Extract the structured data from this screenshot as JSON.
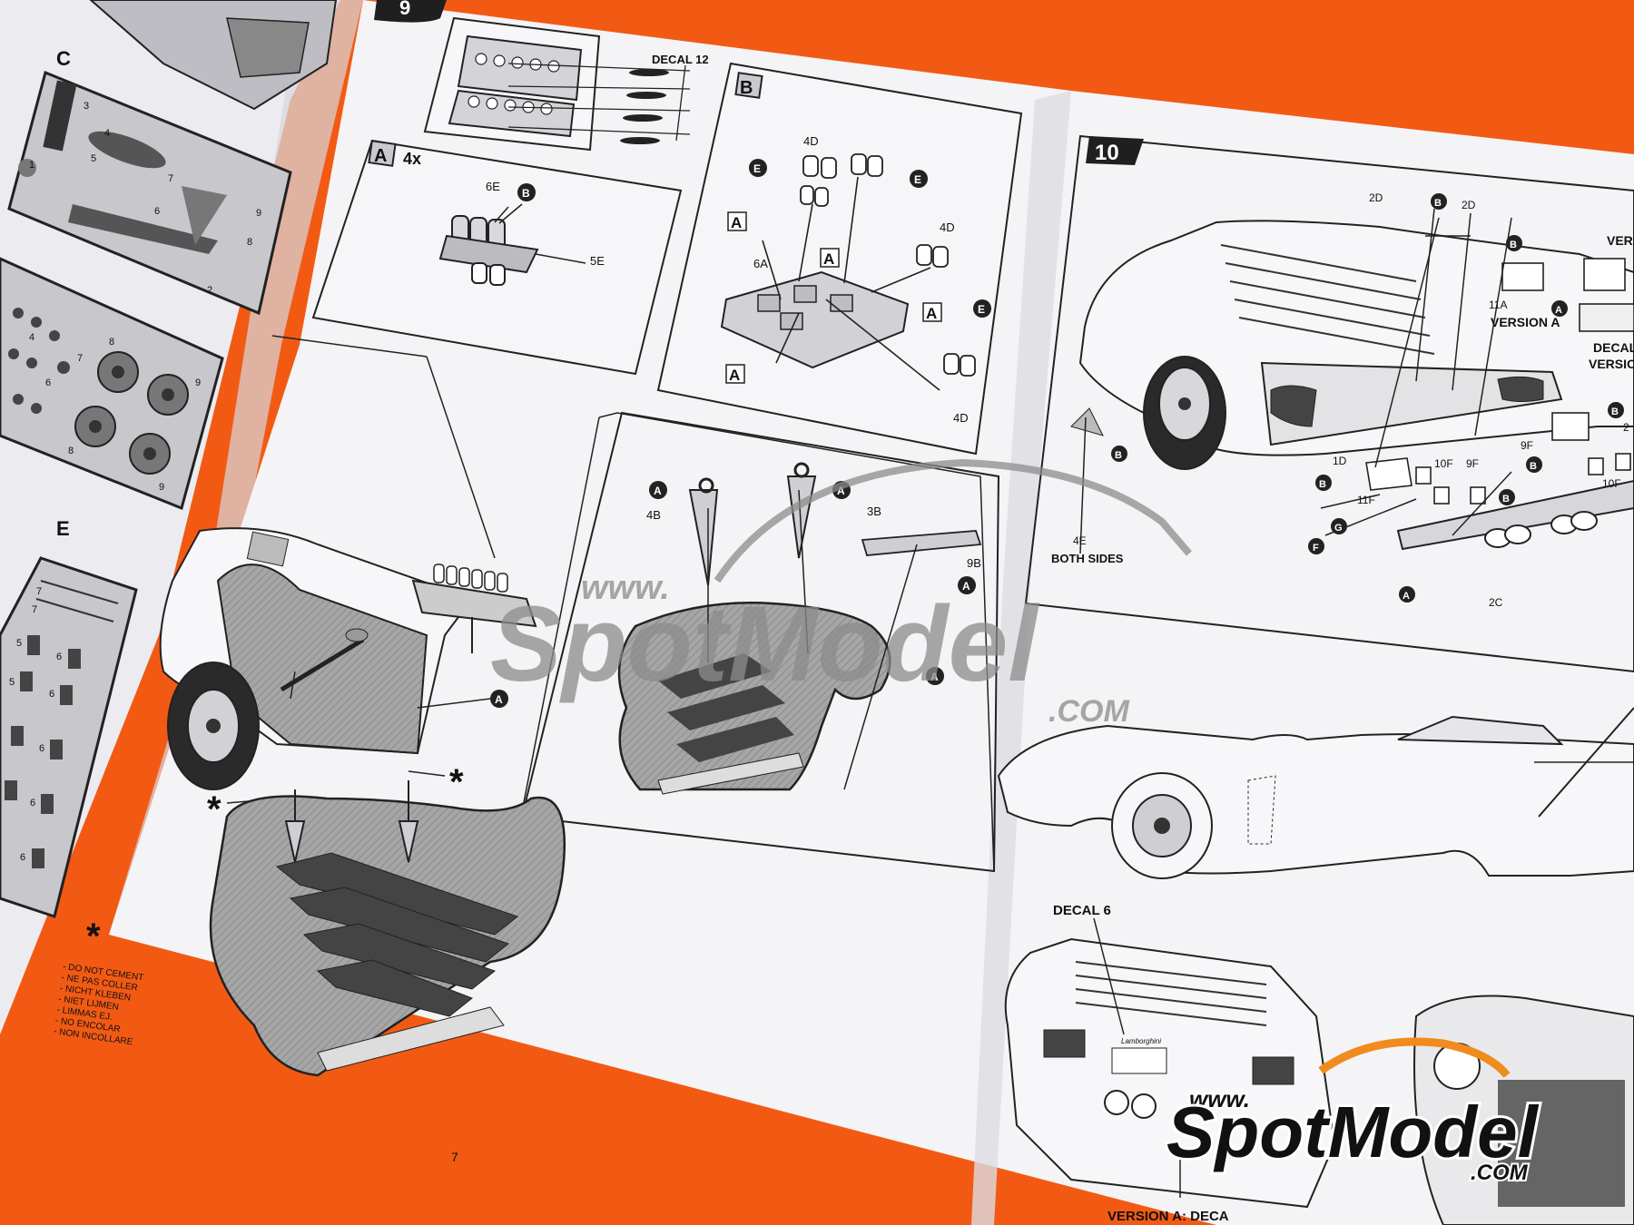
{
  "colors": {
    "background": "#f25a14",
    "paper": "#f4f3f6",
    "line": "#1a1a1a",
    "shade": "#9a9a9a",
    "watermark": "#8c8c8c",
    "logo_orange": "#f08c1e"
  },
  "left_page": {
    "sprue_labels": {
      "c": "C",
      "e": "E"
    },
    "sprue_c_numbers": [
      "3",
      "4",
      "5",
      "1",
      "7",
      "6",
      "9",
      "8",
      "2"
    ],
    "sprue_d_numbers": [
      "4",
      "7",
      "8",
      "9",
      "6",
      "8",
      "9"
    ],
    "sprue_e_numbers": [
      "7",
      "7",
      "5",
      "6",
      "5",
      "6",
      "6",
      "6",
      "6"
    ]
  },
  "step9": {
    "number": "9",
    "decal_label": "DECAL 12",
    "inset_a": {
      "tag": "A",
      "count": "4x",
      "parts": [
        "6E",
        "B",
        "5E"
      ]
    },
    "inset_b": {
      "tag": "B",
      "parts": [
        "4D",
        "E",
        "A",
        "A",
        "6A",
        "E",
        "4D",
        "A",
        "A",
        "E",
        "4D"
      ]
    },
    "callouts": [
      "A",
      "A",
      "4B",
      "A",
      "3B",
      "9B",
      "A",
      "A"
    ],
    "note_symbol": "*",
    "do_not_cement": [
      "- DO NOT CEMENT",
      "- NE PAS COLLER",
      "- NICHT KLEBEN",
      "- NIET LIJMEN",
      "- LIMMAS EJ.",
      "- NO ENCOLAR",
      "- NON INCOLLARE"
    ],
    "page_number": "7"
  },
  "step10": {
    "number": "10",
    "parts": [
      "2D",
      "B",
      "2D",
      "B",
      "11A",
      "A",
      "VERSION A",
      "DECAL",
      "VERSIO",
      "VERS",
      "B",
      "2",
      "9F",
      "B",
      "10F",
      "1D",
      "B",
      "10F",
      "9F",
      "B",
      "11F",
      "G",
      "F",
      "A",
      "2C",
      "B",
      "4E"
    ],
    "both_sides": "BOTH SIDES",
    "decal6": "DECAL 6",
    "rear_badge": "Lamborghini",
    "version_footer": "VERSION A: DECA"
  },
  "watermark": {
    "www": "www.",
    "name": "SpotModel",
    "com": ".COM"
  },
  "logo": {
    "www": "www.",
    "name": "SpotModel",
    "com": ".COM"
  }
}
